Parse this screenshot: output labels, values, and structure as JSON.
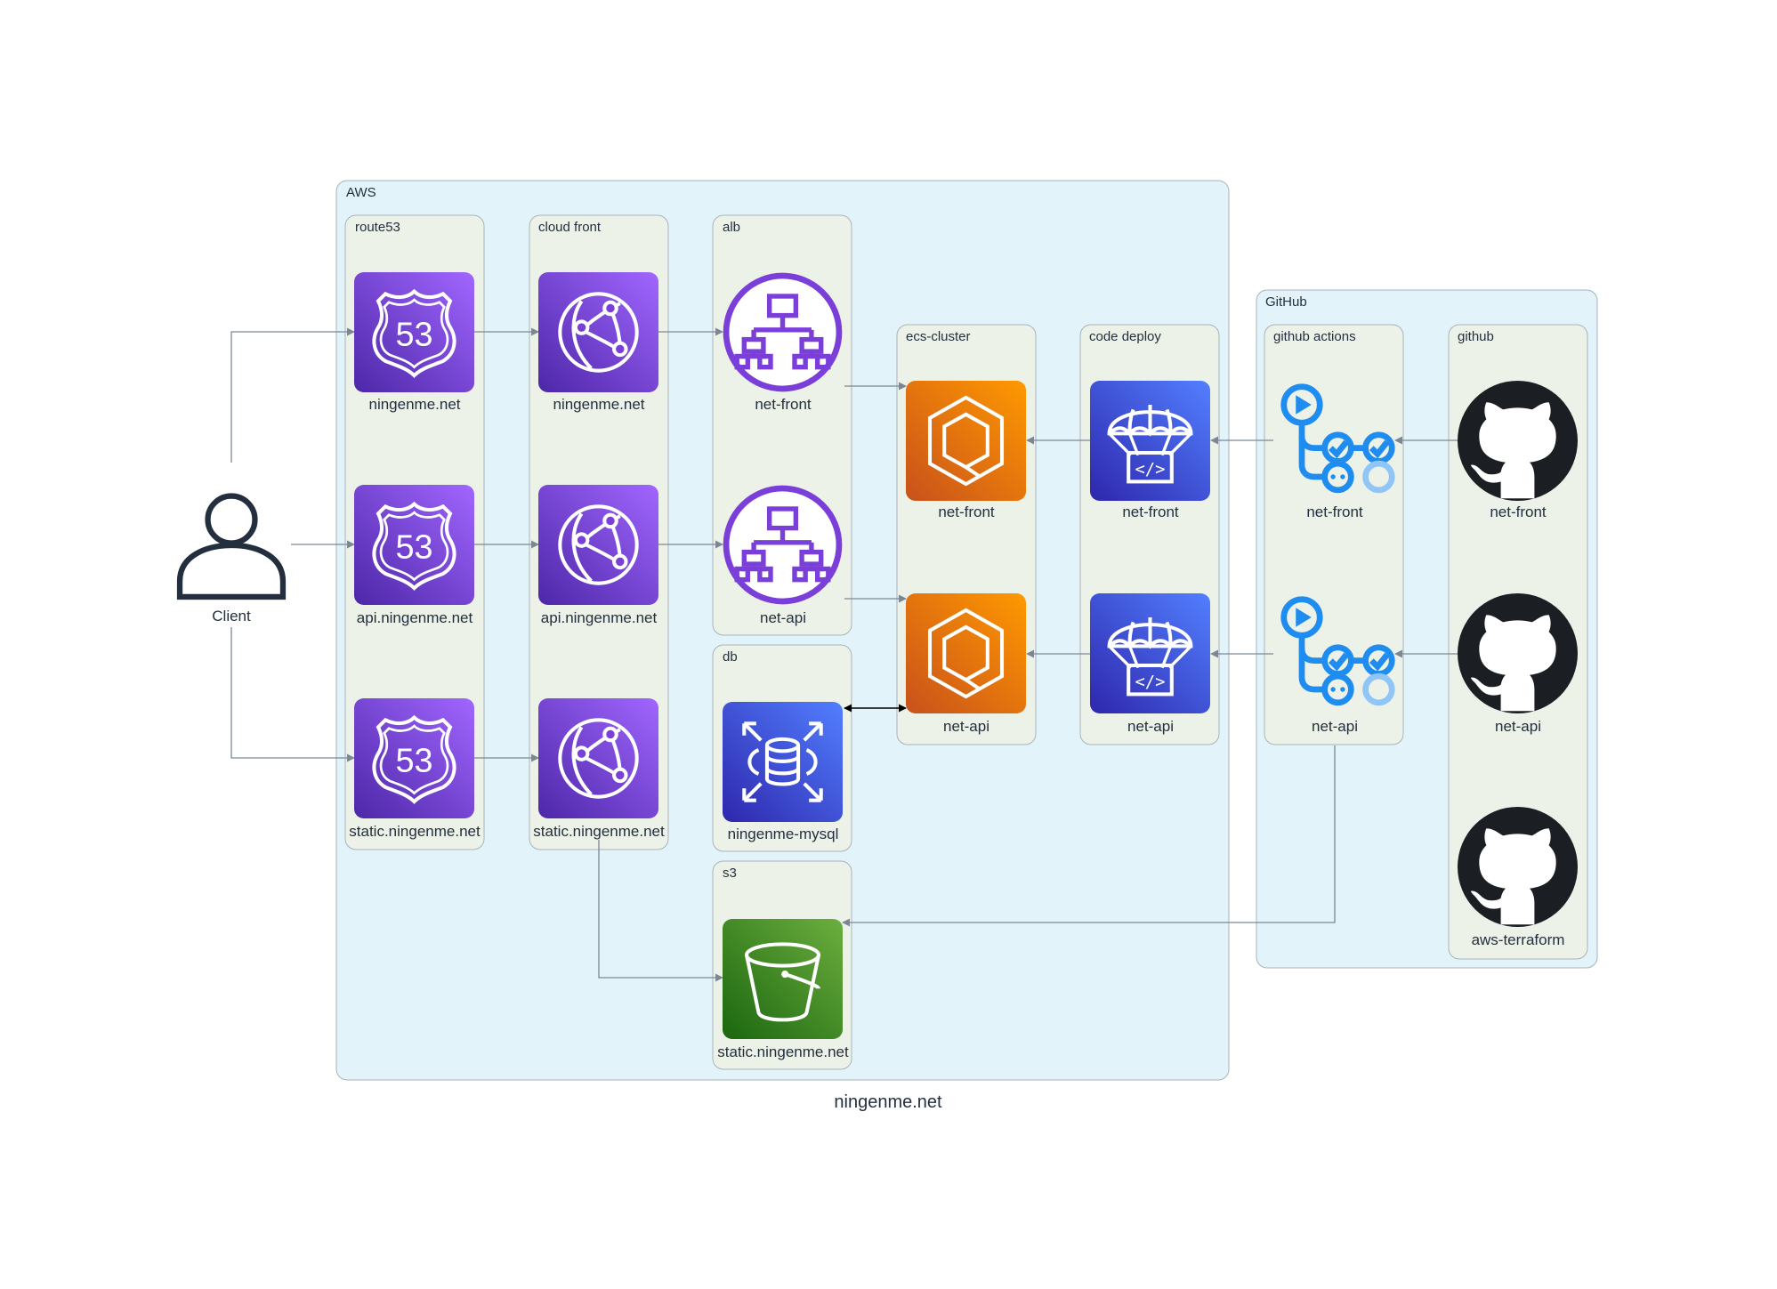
{
  "footer": "ningenme.net",
  "colors": {
    "outer_bg": "#e3f3fa",
    "inner_bg": "#ecf2e8",
    "border": "#a7b3bb",
    "edge": "#7b8894",
    "route53": "#7b3fd9",
    "cloudfront": "#7b3fd9",
    "alb": "#7b3fd9",
    "ecs": "#e5720e",
    "codedeploy": "#3f51e0",
    "rds": "#3f51e0",
    "s3": "#3c8a24",
    "actions": "#1f8cf0",
    "github": "#1b1f23"
  },
  "clusters": {
    "aws": "AWS",
    "github_group": "GitHub",
    "route53": "route53",
    "cloudfront": "cloud front",
    "alb": "alb",
    "db": "db",
    "s3": "s3",
    "ecs": "ecs-cluster",
    "codedeploy": "code deploy",
    "actions": "github actions",
    "github": "github"
  },
  "nodes": {
    "client": {
      "label": "Client",
      "icon": "user-icon"
    },
    "route53_main": {
      "label": "ningenme.net",
      "icon": "route53-icon"
    },
    "route53_api": {
      "label": "api.ningenme.net",
      "icon": "route53-icon"
    },
    "route53_static": {
      "label": "static.ningenme.net",
      "icon": "route53-icon"
    },
    "cf_main": {
      "label": "ningenme.net",
      "icon": "cloudfront-icon"
    },
    "cf_api": {
      "label": "api.ningenme.net",
      "icon": "cloudfront-icon"
    },
    "cf_static": {
      "label": "static.ningenme.net",
      "icon": "cloudfront-icon"
    },
    "alb_front": {
      "label": "net-front",
      "icon": "load-balancer-icon"
    },
    "alb_api": {
      "label": "net-api",
      "icon": "load-balancer-icon"
    },
    "db_mysql": {
      "label": "ningenme-mysql",
      "icon": "database-icon"
    },
    "s3_static": {
      "label": "static.ningenme.net",
      "icon": "bucket-icon"
    },
    "ecs_front": {
      "label": "net-front",
      "icon": "ecs-icon"
    },
    "ecs_api": {
      "label": "net-api",
      "icon": "ecs-icon"
    },
    "cd_front": {
      "label": "net-front",
      "icon": "code-deploy-icon"
    },
    "cd_api": {
      "label": "net-api",
      "icon": "code-deploy-icon"
    },
    "ga_front": {
      "label": "net-front",
      "icon": "github-actions-icon"
    },
    "ga_api": {
      "label": "net-api",
      "icon": "github-actions-icon"
    },
    "gh_front": {
      "label": "net-front",
      "icon": "github-icon"
    },
    "gh_api": {
      "label": "net-api",
      "icon": "github-icon"
    },
    "gh_tf": {
      "label": "aws-terraform",
      "icon": "github-icon"
    }
  }
}
